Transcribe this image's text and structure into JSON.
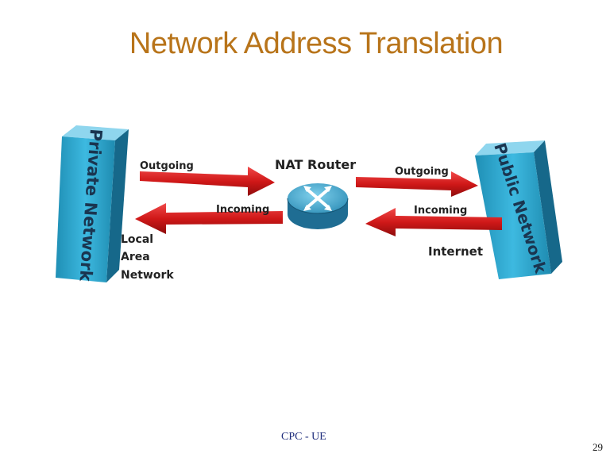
{
  "slide": {
    "title": "Network Address Translation",
    "footer": "CPC - UE",
    "page_number": "29"
  },
  "diagram": {
    "left_panel_label": "Private Network",
    "right_panel_label": "Public Network",
    "router_label": "NAT Router",
    "left_outgoing": "Outgoing",
    "left_incoming": "Incoming",
    "right_outgoing": "Outgoing",
    "right_incoming": "Incoming",
    "lan_lines": [
      "Local",
      "Area",
      "Network"
    ],
    "internet_label": "Internet",
    "colors": {
      "panel": "#25a8cf",
      "arrow": "#cc1a1a",
      "router": "#3fa2c8"
    }
  }
}
